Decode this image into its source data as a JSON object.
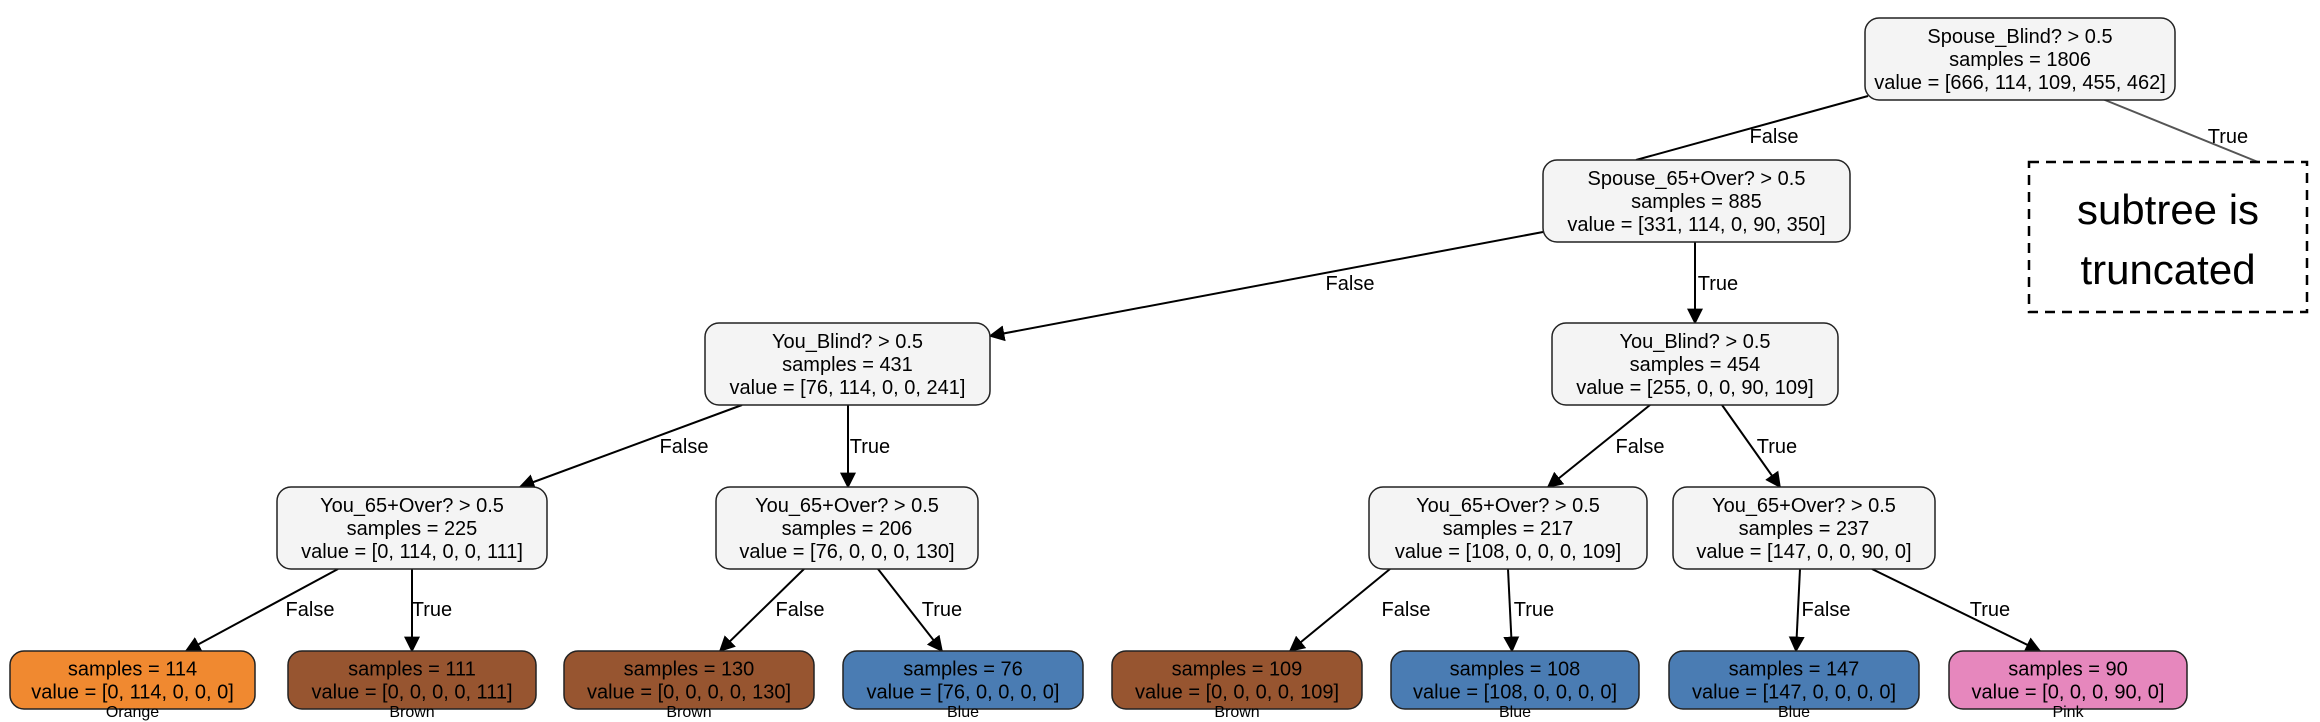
{
  "colors": {
    "split": "#f4f4f4",
    "Orange": "#f08930",
    "Brown": "#975530",
    "Blue": "#4a7cb3",
    "Pink": "#e687bd",
    "edge": "#000000",
    "truncated_edge": "#555555"
  },
  "nodes": {
    "root": [
      "Spouse_Blind? > 0.5",
      "samples = 1806",
      "value = [666, 114, 109, 455, 462]"
    ],
    "spouse65": [
      "Spouse_65+Over? > 0.5",
      "samples = 885",
      "value = [331, 114, 0, 90, 350]"
    ],
    "youBlindL": [
      "You_Blind? > 0.5",
      "samples = 431",
      "value = [76, 114, 0, 0, 241]"
    ],
    "youBlindR": [
      "You_Blind? > 0.5",
      "samples = 454",
      "value = [255, 0, 0, 90, 109]"
    ],
    "y65_a": [
      "You_65+Over? > 0.5",
      "samples = 225",
      "value = [0, 114, 0, 0, 111]"
    ],
    "y65_b": [
      "You_65+Over? > 0.5",
      "samples = 206",
      "value = [76, 0, 0, 0, 130]"
    ],
    "y65_c": [
      "You_65+Over? > 0.5",
      "samples = 217",
      "value = [108, 0, 0, 0, 109]"
    ],
    "y65_d": [
      "You_65+Over? > 0.5",
      "samples = 237",
      "value = [147, 0, 0, 90, 0]"
    ],
    "leaf1": [
      "samples = 114",
      "value = [0, 114, 0, 0, 0]"
    ],
    "leaf2": [
      "samples = 111",
      "value = [0, 0, 0, 0, 111]"
    ],
    "leaf3": [
      "samples = 130",
      "value = [0, 0, 0, 0, 130]"
    ],
    "leaf4": [
      "samples = 76",
      "value = [76, 0, 0, 0, 0]"
    ],
    "leaf5": [
      "samples = 109",
      "value = [0, 0, 0, 0, 109]"
    ],
    "leaf6": [
      "samples = 108",
      "value = [108, 0, 0, 0, 0]"
    ],
    "leaf7": [
      "samples = 147",
      "value = [147, 0, 0, 0, 0]"
    ],
    "leaf8": [
      "samples = 90",
      "value = [0, 0, 0, 90, 0]"
    ]
  },
  "leaf_classes": {
    "leaf1": "Orange",
    "leaf2": "Brown",
    "leaf3": "Brown",
    "leaf4": "Blue",
    "leaf5": "Brown",
    "leaf6": "Blue",
    "leaf7": "Blue",
    "leaf8": "Pink"
  },
  "edges": [
    {
      "from": "root",
      "to": "spouse65",
      "label": "False"
    },
    {
      "from": "root",
      "to": "truncated",
      "label": "True"
    },
    {
      "from": "spouse65",
      "to": "youBlindL",
      "label": "False"
    },
    {
      "from": "spouse65",
      "to": "youBlindR",
      "label": "True"
    },
    {
      "from": "youBlindL",
      "to": "y65_a",
      "label": "False"
    },
    {
      "from": "youBlindL",
      "to": "y65_b",
      "label": "True"
    },
    {
      "from": "youBlindR",
      "to": "y65_c",
      "label": "False"
    },
    {
      "from": "youBlindR",
      "to": "y65_d",
      "label": "True"
    },
    {
      "from": "y65_a",
      "to": "leaf1",
      "label": "False"
    },
    {
      "from": "y65_a",
      "to": "leaf2",
      "label": "True"
    },
    {
      "from": "y65_b",
      "to": "leaf3",
      "label": "False"
    },
    {
      "from": "y65_b",
      "to": "leaf4",
      "label": "True"
    },
    {
      "from": "y65_c",
      "to": "leaf5",
      "label": "False"
    },
    {
      "from": "y65_c",
      "to": "leaf6",
      "label": "True"
    },
    {
      "from": "y65_d",
      "to": "leaf7",
      "label": "False"
    },
    {
      "from": "y65_d",
      "to": "leaf8",
      "label": "True"
    }
  ],
  "truncated_box": [
    "subtree is",
    "truncated"
  ]
}
